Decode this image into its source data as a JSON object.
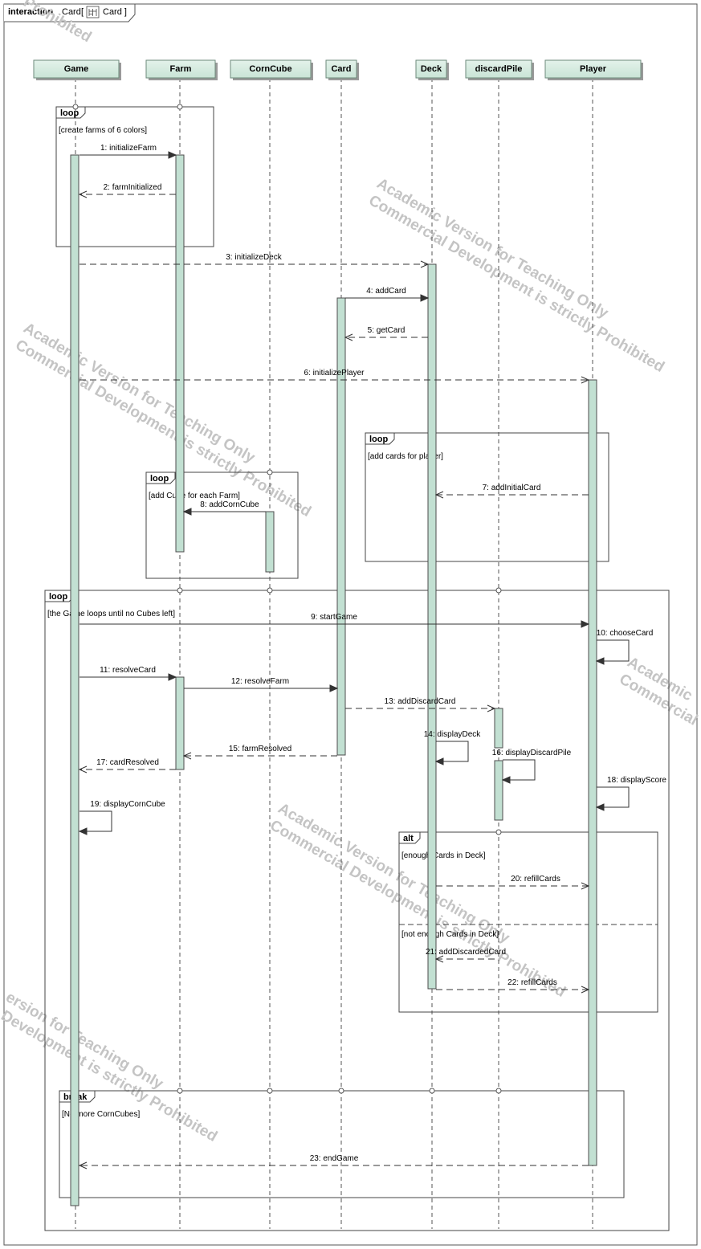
{
  "diagram": {
    "kind_keyword": "interaction",
    "name": "Card",
    "name_suffix": "Card ]",
    "name_bracket": "[",
    "icon": "interaction-diagram-icon"
  },
  "lifelines": [
    {
      "id": "game",
      "name": "Game"
    },
    {
      "id": "farm",
      "name": "Farm"
    },
    {
      "id": "corncube",
      "name": "CornCube"
    },
    {
      "id": "card",
      "name": "Card"
    },
    {
      "id": "deck",
      "name": "Deck"
    },
    {
      "id": "discardpile",
      "name": "discardPile"
    },
    {
      "id": "player",
      "name": "Player"
    }
  ],
  "fragments": [
    {
      "id": "loop1",
      "keyword": "loop",
      "guard": "[create farms of 6 colors]"
    },
    {
      "id": "loop2",
      "keyword": "loop",
      "guard": "[add cards for player]"
    },
    {
      "id": "loop3",
      "keyword": "loop",
      "guard": "[add Cube for each Farm]"
    },
    {
      "id": "loop4",
      "keyword": "loop",
      "guard": "[the Game loops until no Cubes left]"
    },
    {
      "id": "alt1",
      "keyword": "alt",
      "guard": "[enough Cards in Deck]",
      "guard2": "[not enough Cards in Deck]"
    },
    {
      "id": "break1",
      "keyword": "break",
      "guard": "[No more CornCubes]"
    }
  ],
  "messages": [
    {
      "n": "1",
      "label": "1:  initializeFarm",
      "from": "game",
      "to": "farm",
      "kind": "sync"
    },
    {
      "n": "2",
      "label": "2:  farmInitialized",
      "from": "farm",
      "to": "game",
      "kind": "reply"
    },
    {
      "n": "3",
      "label": "3:  initializeDeck",
      "from": "game",
      "to": "deck",
      "kind": "async-dashed"
    },
    {
      "n": "4",
      "label": "4:  addCard",
      "from": "card",
      "to": "deck",
      "kind": "sync"
    },
    {
      "n": "5",
      "label": "5:  getCard",
      "from": "deck",
      "to": "card",
      "kind": "reply"
    },
    {
      "n": "6",
      "label": "6:  initializePlayer",
      "from": "game",
      "to": "player",
      "kind": "async-dashed"
    },
    {
      "n": "7",
      "label": "7:  addInitialCard",
      "from": "player",
      "to": "deck",
      "kind": "reply"
    },
    {
      "n": "8",
      "label": "8:  addCornCube",
      "from": "corncube",
      "to": "farm",
      "kind": "sync"
    },
    {
      "n": "9",
      "label": "9:  startGame",
      "from": "game",
      "to": "player",
      "kind": "sync"
    },
    {
      "n": "10",
      "label": "10:  chooseCard",
      "from": "player",
      "to": "player",
      "kind": "self"
    },
    {
      "n": "11",
      "label": "11:  resolveCard",
      "from": "game",
      "to": "farm",
      "kind": "sync"
    },
    {
      "n": "12",
      "label": "12:  resolveFarm",
      "from": "farm",
      "to": "card",
      "kind": "sync"
    },
    {
      "n": "13",
      "label": "13:  addDiscardCard",
      "from": "card",
      "to": "discardpile",
      "kind": "async-dashed"
    },
    {
      "n": "14",
      "label": "14:  displayDeck",
      "from": "deck",
      "to": "deck",
      "kind": "self"
    },
    {
      "n": "15",
      "label": "15:  farmResolved",
      "from": "card",
      "to": "farm",
      "kind": "reply"
    },
    {
      "n": "16",
      "label": "16:  displayDiscardPile",
      "from": "discardpile",
      "to": "discardpile",
      "kind": "self"
    },
    {
      "n": "17",
      "label": "17:  cardResolved",
      "from": "farm",
      "to": "game",
      "kind": "reply"
    },
    {
      "n": "18",
      "label": "18:  displayScore",
      "from": "player",
      "to": "player",
      "kind": "self"
    },
    {
      "n": "19",
      "label": "19:  displayCornCube",
      "from": "game",
      "to": "game",
      "kind": "self"
    },
    {
      "n": "20",
      "label": "20:  refillCards",
      "from": "deck",
      "to": "player",
      "kind": "async-dashed"
    },
    {
      "n": "21",
      "label": "21:  addDiscardedCard",
      "from": "discardpile",
      "to": "deck",
      "kind": "reply"
    },
    {
      "n": "22",
      "label": "22:  refillCards",
      "from": "deck",
      "to": "player",
      "kind": "async-dashed"
    },
    {
      "n": "23",
      "label": "23:  endGame",
      "from": "player",
      "to": "game",
      "kind": "reply"
    }
  ],
  "watermark": {
    "line1": "Academic Version for Teaching Only",
    "line2": "Commercial Development is strictly Prohibited",
    "fragment_top_left": "Prohibited",
    "fragment_right_1": "Academic",
    "fragment_right_2": "Commercial",
    "fragment_bottom_left_1": "ersion for Teaching Only",
    "fragment_bottom_left_2": "Development is strictly Prohibited"
  },
  "colors": {
    "lifeline_head_fill": "#d5eade",
    "activation_fill": "#c2e0d2",
    "line": "#333333",
    "watermark": "#c4c4c4"
  }
}
